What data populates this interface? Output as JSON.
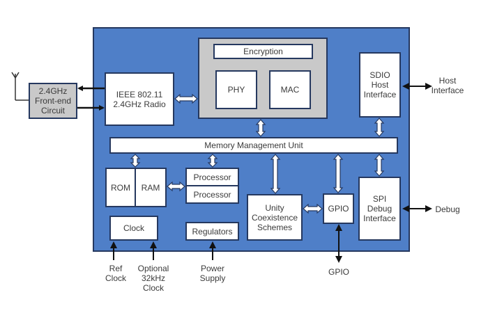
{
  "diagram": {
    "blocks": {
      "front_end": "2.4GHz\nFront-end\nCircuit",
      "radio": "IEEE 802.11\n2.4GHz Radio",
      "encryption": "Encryption",
      "phy": "PHY",
      "mac": "MAC",
      "sdio": "SDIO\nHost\nInterface",
      "mmu": "Memory Management Unit",
      "rom": "ROM",
      "ram": "RAM",
      "processor1": "Processor",
      "processor2": "Processor",
      "unity": "Unity\nCoexistence\nSchemes",
      "gpio_block": "GPIO",
      "spi": "SPI\nDebug\nInterface",
      "clock": "Clock",
      "regulators": "Regulators"
    },
    "external_labels": {
      "host_interface": "Host\nInterface",
      "debug": "Debug",
      "ref_clock": "Ref\nClock",
      "optional_clock": "Optional\n32kHz\nClock",
      "power_supply": "Power\nSupply",
      "gpio_out": "GPIO"
    },
    "colors": {
      "chip_fill": "#4f7fc8",
      "border": "#25385f",
      "block_fill": "#ffffff",
      "gray_fill": "#c9c9c9"
    }
  }
}
